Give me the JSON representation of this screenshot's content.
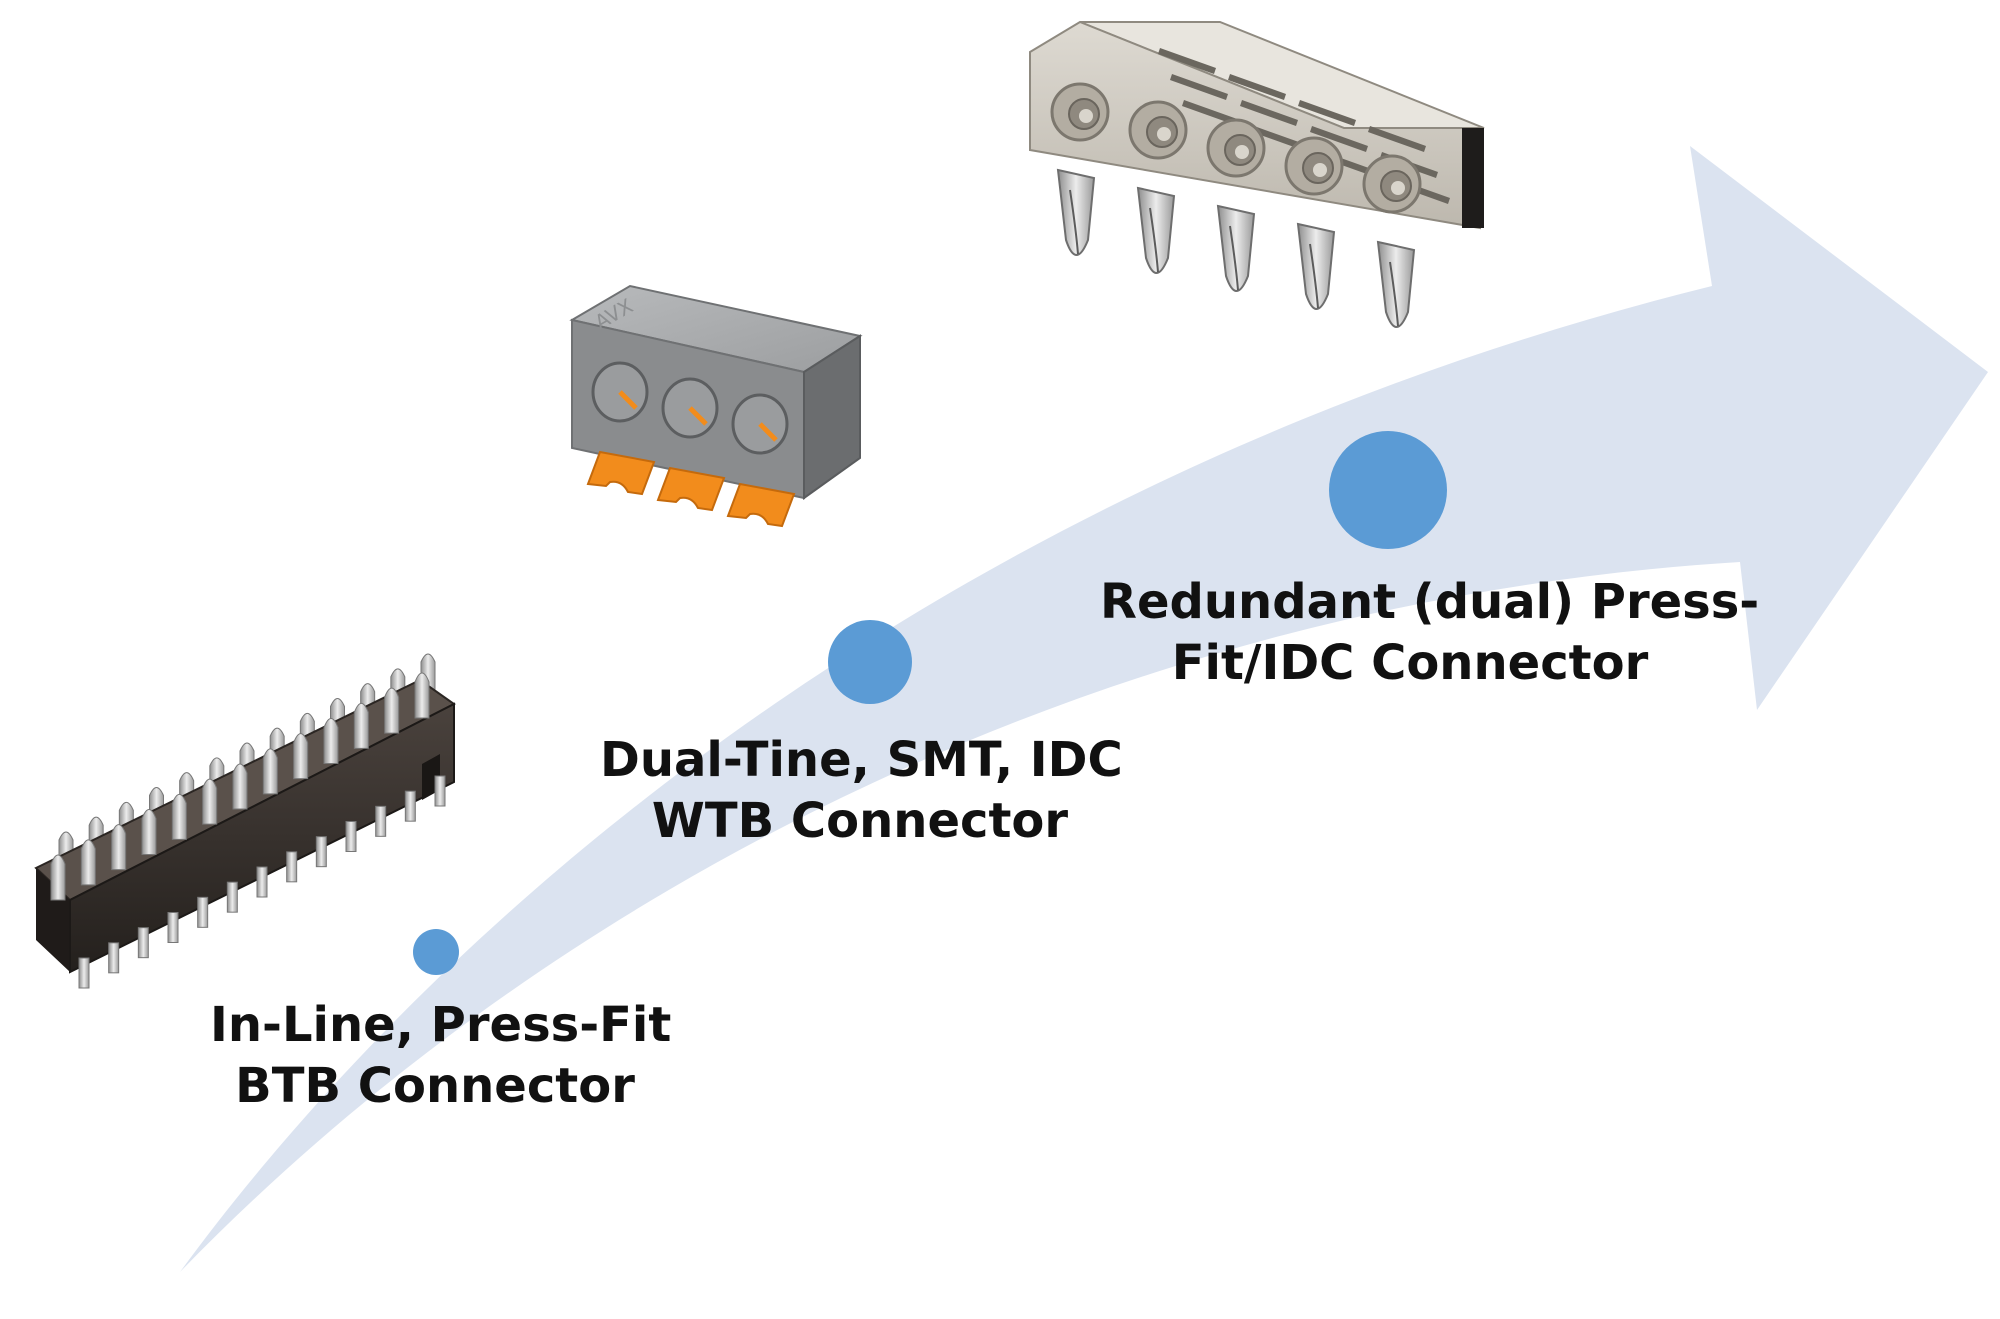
{
  "diagram": {
    "colors": {
      "arrow_fill": "#dbe3f0",
      "node_fill": "#5b9bd5",
      "text": "#111111",
      "housing_dark": "#3a3330",
      "housing_gray": "#8a8c8e",
      "housing_taupe": "#c9c4ba",
      "contact_orange": "#f28c1c",
      "pin_silver": "#c8c8c8"
    },
    "stages": [
      {
        "line1": "In-Line, Press-Fit",
        "line2": "BTB Connector",
        "icon": "inline-press-fit-btb-connector-image"
      },
      {
        "line1": "Dual-Tine, SMT, IDC",
        "line2": "WTB Connector",
        "icon": "dual-tine-smt-idc-wtb-connector-image"
      },
      {
        "line1": "Redundant (dual) Press-",
        "line2": "Fit/IDC Connector",
        "icon": "redundant-press-fit-idc-connector-image"
      }
    ]
  }
}
